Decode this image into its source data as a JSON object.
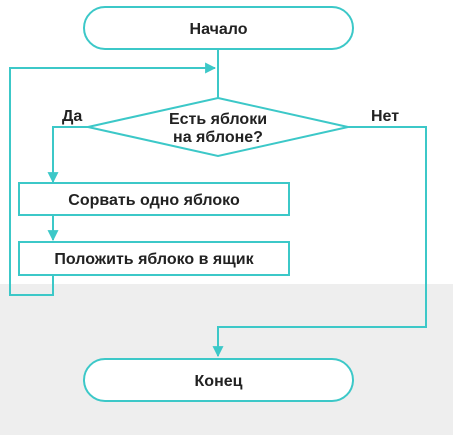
{
  "flowchart": {
    "start_label": "Начало",
    "condition_line1": "Есть яблоки",
    "condition_line2": "на яблоне?",
    "yes_label": "Да",
    "no_label": "Нет",
    "step1_label": "Сорвать одно яблоко",
    "step2_label": "Положить яблоко в ящик",
    "end_label": "Конец"
  },
  "colors": {
    "accent": "#3cc8c8",
    "background_bottom": "#eeeeee",
    "text": "#222222"
  }
}
